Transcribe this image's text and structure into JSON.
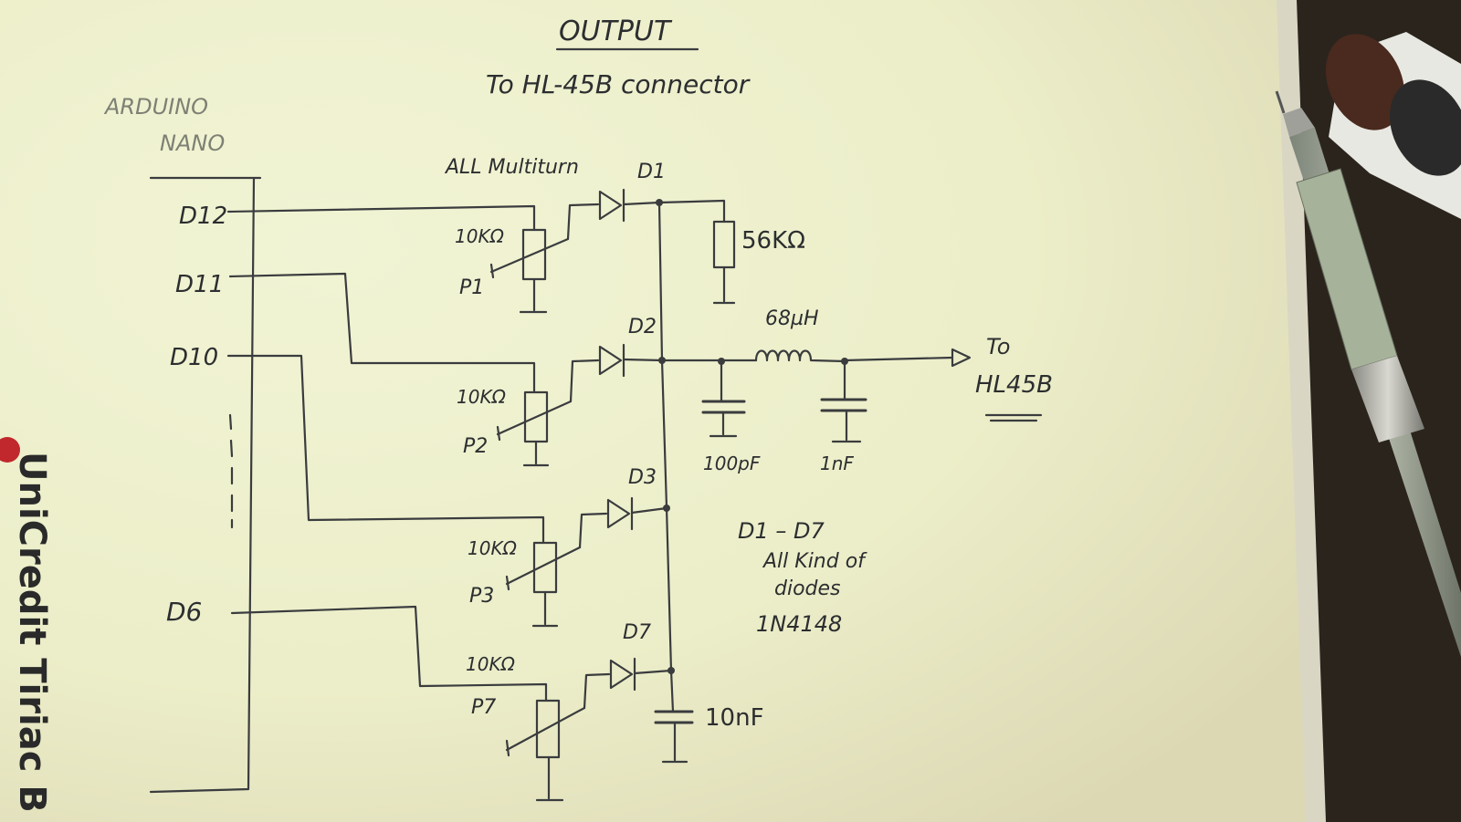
{
  "title": "OUTPUT",
  "subtitle": "To HL-45B connector",
  "arduino": {
    "line1": "ARDUINO",
    "line2": "NANO"
  },
  "pins": [
    "D12",
    "D11",
    "D10",
    "D6"
  ],
  "multiturn_note": "ALL Multiturn",
  "pots": [
    {
      "value": "10KΩ",
      "name": "P1"
    },
    {
      "value": "10KΩ",
      "name": "P2"
    },
    {
      "value": "10KΩ",
      "name": "P3"
    },
    {
      "value": "10KΩ",
      "name": "P7"
    }
  ],
  "diodes": [
    "D1",
    "D2",
    "D3",
    "D7"
  ],
  "resistor_56k": "56KΩ",
  "inductor": "68µH",
  "cap_100pf": "100pF",
  "cap_1nf": "1nF",
  "cap_10nf": "10nF",
  "output_to": "To",
  "output_target": "HL45B",
  "diode_note": {
    "line1": "D1 – D7",
    "line2": "All Kind of",
    "line3": "diodes",
    "line4": "1N4148"
  },
  "edge_text": "UniCredit Tiriac B",
  "colors": {
    "paper": "#eef0d2",
    "ink": "#3a3c3e",
    "desk": "#2a2520"
  }
}
